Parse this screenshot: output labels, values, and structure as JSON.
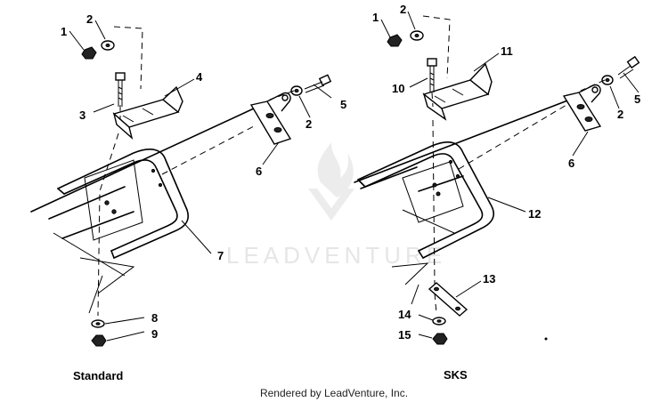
{
  "watermark": {
    "text": "LEADVENTURE"
  },
  "footer": {
    "text": "Rendered by LeadVenture, Inc."
  },
  "standard": {
    "caption": "Standard",
    "callouts": [
      "1",
      "2",
      "3",
      "4",
      "5",
      "2",
      "6",
      "7",
      "8",
      "9"
    ]
  },
  "sks": {
    "caption": "SKS",
    "callouts": [
      "1",
      "2",
      "11",
      "10",
      "5",
      "2",
      "6",
      "12",
      "13",
      "14",
      "15"
    ]
  }
}
